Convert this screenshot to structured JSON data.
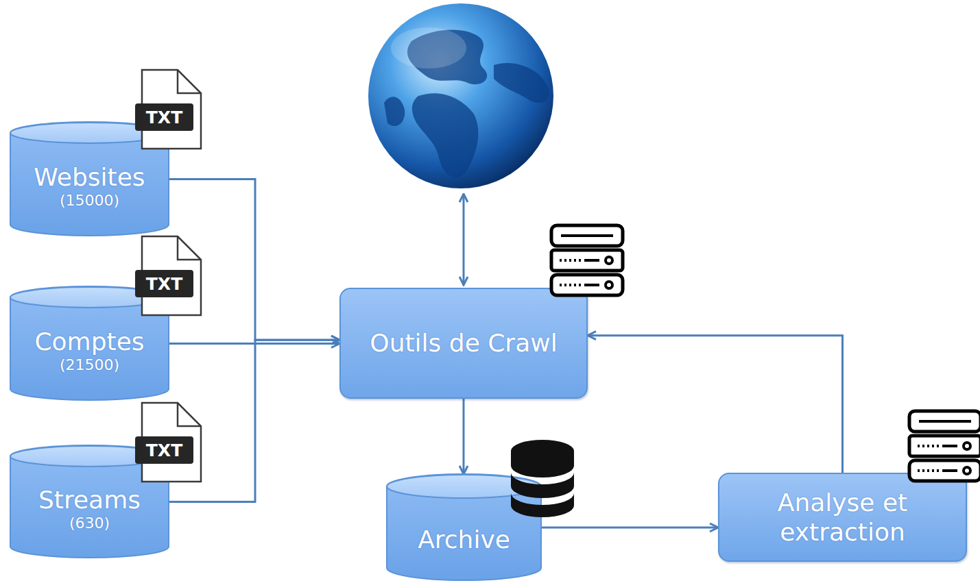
{
  "diagram": {
    "nodes": [
      {
        "text": [
          "Websites",
          "(15000)"
        ]
      },
      {
        "text": [
          "Comptes",
          "(21500)"
        ]
      },
      {
        "text": [
          "Streams",
          "(630)"
        ]
      },
      {
        "text": [
          "Outils de Crawl"
        ]
      },
      {
        "text": [
          "Archive"
        ]
      },
      {
        "text": [
          "Analyse et extraction"
        ]
      }
    ],
    "edges": [
      {
        "from": 0,
        "to": 3,
        "arrow": "to"
      },
      {
        "from": 1,
        "to": 3,
        "arrow": "to"
      },
      {
        "from": 2,
        "to": 3,
        "arrow": "to"
      },
      {
        "from": 3,
        "to": 4,
        "arrow": "to"
      },
      {
        "from": 4,
        "to": 5,
        "arrow": "to"
      },
      {
        "from": 5,
        "to": 3,
        "arrow": "to"
      }
    ],
    "labels": [
      "TXT",
      "TXT",
      "TXT"
    ]
  }
}
